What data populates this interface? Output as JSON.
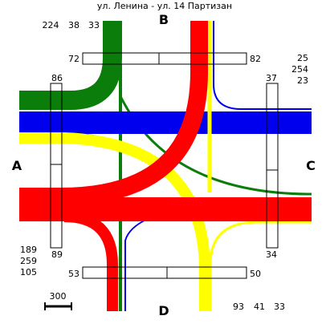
{
  "title": "ул. Ленина - ул. 14 Партизан",
  "approaches": {
    "north": "B",
    "west": "A",
    "east": "C",
    "south": "D"
  },
  "volumes": {
    "north_out": [
      "224",
      "38",
      "33"
    ],
    "east_out": [
      "25",
      "254",
      "23"
    ],
    "west_out": [
      "189",
      "259",
      "105"
    ],
    "south_out": [
      "93",
      "41",
      "33"
    ]
  },
  "crosswalks": {
    "north_left": "72",
    "north_right": "82",
    "west_top": "86",
    "west_bottom": "89",
    "east_top": "37",
    "east_bottom": "34",
    "south_left": "53",
    "south_right": "50"
  },
  "scale_label": "300",
  "colors": {
    "green": "#0a7d0a",
    "red": "#ff0000",
    "yellow": "#ffff00",
    "blue": "#0000ee"
  }
}
